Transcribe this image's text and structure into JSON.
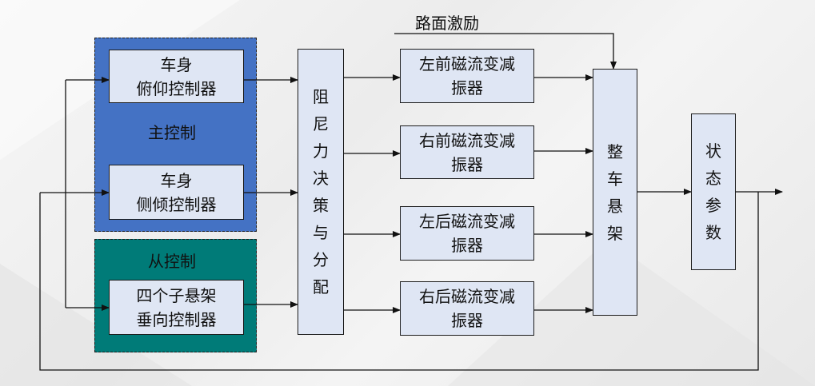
{
  "colors": {
    "main_group": "#4472c4",
    "slave_group": "#007b78",
    "box_fill": "#dfe6f4"
  },
  "road_input": "路面激励",
  "groups": {
    "main": {
      "label": "主控制"
    },
    "slave": {
      "label": "从控制"
    }
  },
  "controllers": {
    "pitch": {
      "line1": "车身",
      "line2": "俯仰控制器"
    },
    "roll": {
      "line1": "车身",
      "line2": "侧倾控制器"
    },
    "vertical": {
      "line1": "四个子悬架",
      "line2": "垂向控制器"
    }
  },
  "distributor": [
    "阻",
    "尼",
    "力",
    "决",
    "策",
    "与",
    "分",
    "配"
  ],
  "dampers": [
    {
      "line1": "左前磁流变减",
      "line2": "振器"
    },
    {
      "line1": "右前磁流变减",
      "line2": "振器"
    },
    {
      "line1": "左后磁流变减",
      "line2": "振器"
    },
    {
      "line1": "右后磁流变减",
      "line2": "振器"
    }
  ],
  "vehicle": [
    "整",
    "车",
    "悬",
    "架"
  ],
  "state": [
    "状",
    "态",
    "参",
    "数"
  ]
}
